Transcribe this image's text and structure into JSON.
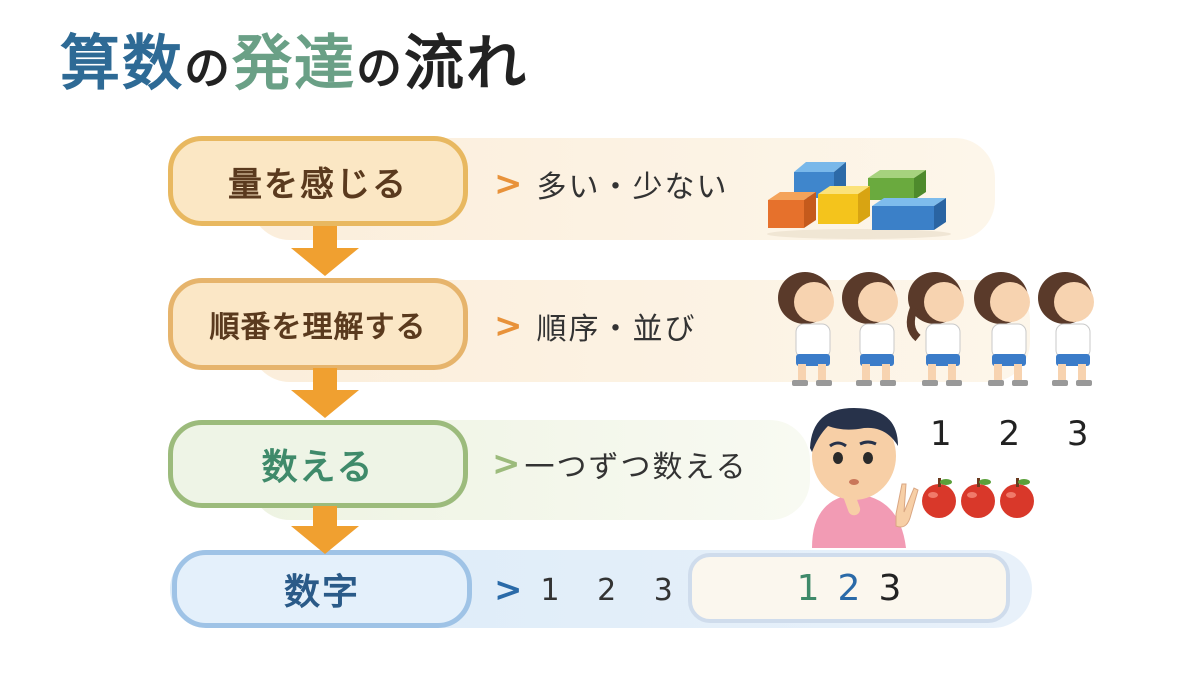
{
  "title": {
    "part1": "算数",
    "part2": "の",
    "part3": "発達",
    "part4": "の",
    "part5": "流れ"
  },
  "stages": [
    {
      "label": "量を感じる",
      "desc": "多い・少ない"
    },
    {
      "label": "順番を理解する",
      "desc": "順序・並び"
    },
    {
      "label": "数える",
      "desc": "一つずつ数える"
    },
    {
      "label": "数字",
      "desc": "1 2 3"
    }
  ],
  "counting_numbers": "1 2 3",
  "numeral_card": {
    "d1": "1",
    "d2": "2",
    "d3": "3"
  },
  "colors": {
    "title_blue": "#2e6a95",
    "title_green": "#6aa086",
    "stage1_border": "#e8b860",
    "stage2_border": "#e6b46c",
    "stage3_border": "#9cbb7c",
    "stage4_border": "#9fc3e6",
    "arrow": "#f0a030",
    "chevron_orange": "#e8923a",
    "chevron_blue": "#2a6aa8"
  }
}
